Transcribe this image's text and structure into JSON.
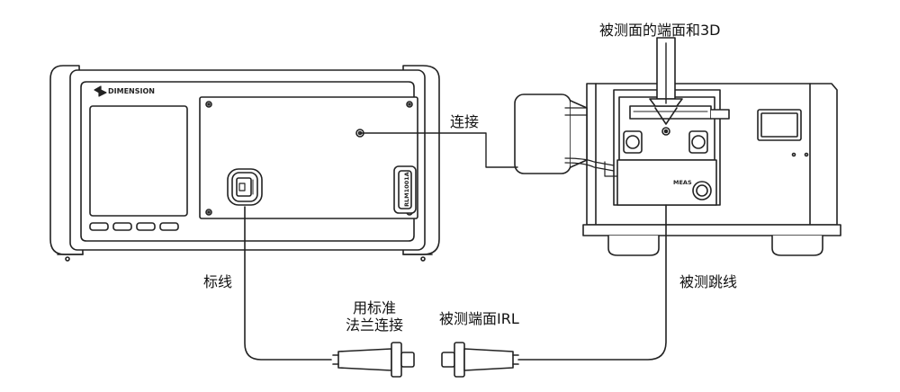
{
  "labels": {
    "top_caption": "被测面的端面和3D",
    "connect": "连接",
    "reference_cord": "标线",
    "dut_jumper": "被测跳线",
    "std_flange_line1": "用标准",
    "std_flange_line2": "法兰连接",
    "dut_endface_irl": "被测端面IRL"
  },
  "device_text": {
    "brand": "DIMENSION",
    "module": "RLM1001A",
    "meas_button": "MEAS"
  }
}
